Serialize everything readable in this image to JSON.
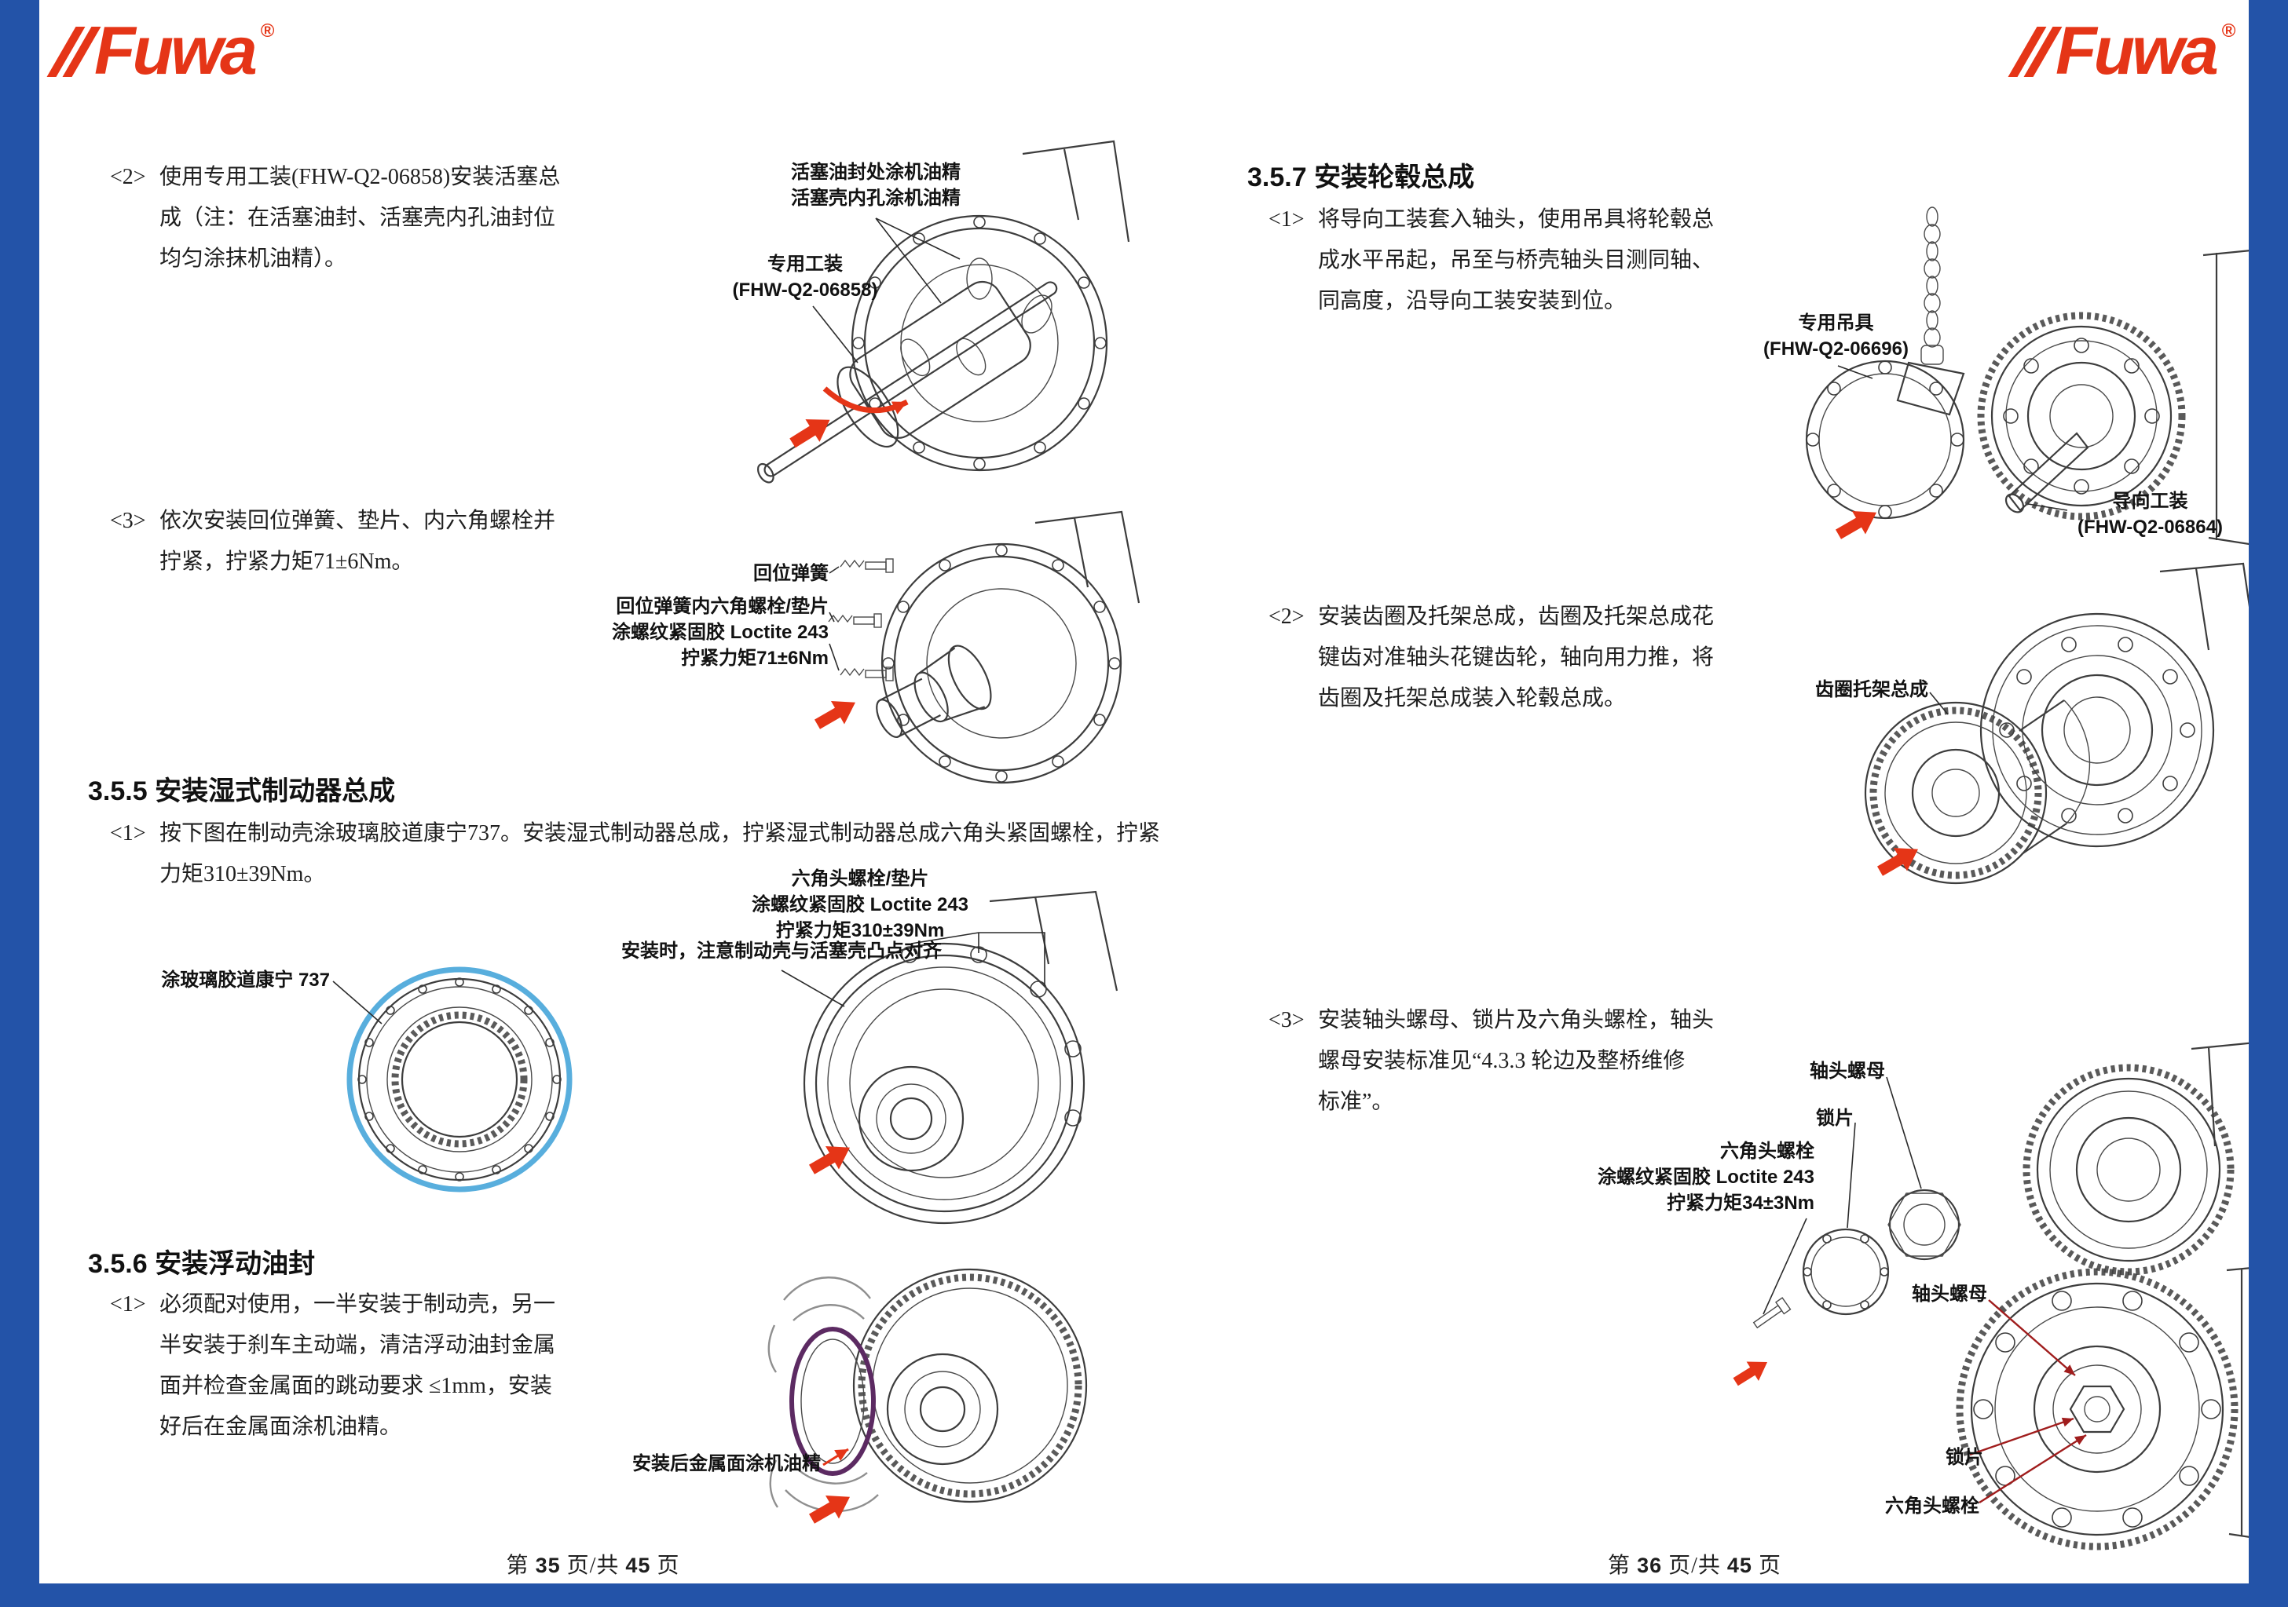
{
  "brand": {
    "logo_text": "Fuwa",
    "reg_mark": "®",
    "color": "#e53517"
  },
  "frame": {
    "border_color": "#2353a8"
  },
  "colors": {
    "sealant_ring": "#58aedd",
    "seal_edge": "#5c2a62",
    "leader_red": "#a01d1d"
  },
  "page35": {
    "step2": {
      "marker": "<2>",
      "lines": [
        "使用专用工装(FHW-Q2-06858)安装活塞总",
        "成（注：在活塞油封、活塞壳内孔油封位",
        "均匀涂抹机油精）。"
      ]
    },
    "fig1": {
      "label_oil": [
        "活塞油封处涂机油精",
        "活塞壳内孔涂机油精"
      ],
      "label_tool": [
        "专用工装",
        "(FHW-Q2-06858)"
      ]
    },
    "step3": {
      "marker": "<3>",
      "lines": [
        "依次安装回位弹簧、垫片、内六角螺栓并",
        "拧紧，拧紧力矩71±6Nm。"
      ]
    },
    "fig2": {
      "label_spring": "回位弹簧",
      "label_bolt": [
        "回位弹簧内六角螺栓/垫片",
        "涂螺纹紧固胶 Loctite 243",
        "拧紧力矩71±6Nm"
      ]
    },
    "sec355": {
      "title": "3.5.5 安装湿式制动器总成",
      "step1": {
        "marker": "<1>",
        "lines": [
          "按下图在制动壳涂玻璃胶道康宁737。安装湿式制动器总成，拧紧湿式制动器总成六角头紧固螺栓，拧紧",
          "力矩310±39Nm。"
        ]
      }
    },
    "fig3": {
      "label_glue": "涂玻璃胶道康宁 737",
      "label_bolt": [
        "六角头螺栓/垫片",
        "涂螺纹紧固胶 Loctite 243",
        "拧紧力矩310±39Nm"
      ],
      "label_align": "安装时，注意制动壳与活塞壳凸点对齐"
    },
    "sec356": {
      "title": "3.5.6 安装浮动油封",
      "step1": {
        "marker": "<1>",
        "lines": [
          "必须配对使用，一半安装于制动壳，另一",
          "半安装于刹车主动端，清洁浮动油封金属",
          "面并检查金属面的跳动要求 ≤1mm，安装",
          "好后在金属面涂机油精。"
        ]
      }
    },
    "fig4": {
      "label_oil": "安装后金属面涂机油精"
    },
    "footer": {
      "prefix": "第",
      "page": "35",
      "mid": "页/共",
      "total": "45",
      "suffix": "页"
    }
  },
  "page36": {
    "sec357": {
      "title": "3.5.7 安装轮毂总成",
      "step1": {
        "marker": "<1>",
        "lines": [
          "将导向工装套入轴头，使用吊具将轮毂总",
          "成水平吊起，吊至与桥壳轴头目测同轴、",
          "同高度，沿导向工装安装到位。"
        ]
      },
      "step2": {
        "marker": "<2>",
        "lines": [
          "安装齿圈及托架总成，齿圈及托架总成花",
          "键齿对准轴头花键齿轮，轴向用力推，将",
          "齿圈及托架总成装入轮毂总成。"
        ]
      },
      "step3": {
        "marker": "<3>",
        "lines": [
          "安装轴头螺母、锁片及六角头螺栓，轴头",
          "螺母安装标准见“4.3.3 轮边及整桥维修",
          "标准”。"
        ]
      }
    },
    "fig5": {
      "label_hoist": [
        "专用吊具",
        "(FHW-Q2-06696)"
      ],
      "label_guide": [
        "导向工装",
        "(FHW-Q2-06864)"
      ]
    },
    "fig6": {
      "label_ring": "齿圈托架总成"
    },
    "fig7": {
      "label_nut": "轴头螺母",
      "label_lock": "锁片",
      "label_bolt": [
        "六角头螺栓",
        "涂螺纹紧固胶 Loctite 243",
        "拧紧力矩34±3Nm"
      ]
    },
    "fig8": {
      "label_nut": "轴头螺母",
      "label_lock": "锁片",
      "label_bolt": "六角头螺栓"
    },
    "footer": {
      "prefix": "第",
      "page": "36",
      "mid": "页/共",
      "total": "45",
      "suffix": "页"
    }
  }
}
